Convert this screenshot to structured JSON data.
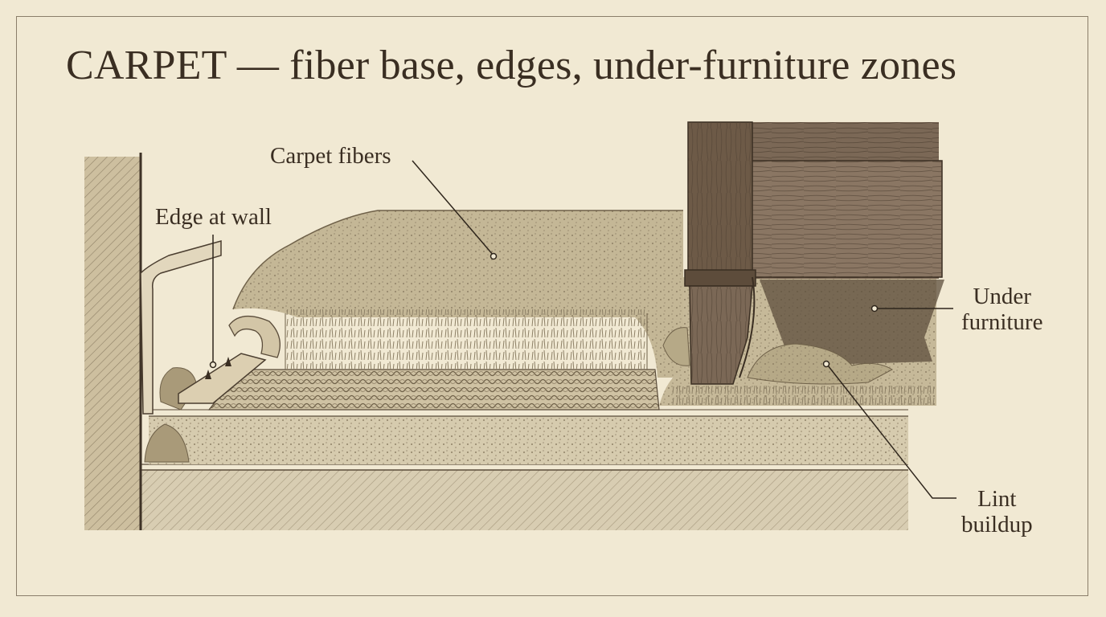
{
  "title": "CARPET — fiber base, edges, under-furniture zones",
  "labels": {
    "fibers": "Carpet fibers",
    "edge": "Edge at wall",
    "under_line1": "Under",
    "under_line2": "furniture",
    "lint_line1": "Lint",
    "lint_line2": "buildup"
  },
  "colors": {
    "paper": "#f1e9d3",
    "ink": "#3a2e22",
    "pile": "#b9ac8f",
    "wood": "#6b5a48",
    "backing": "#cfc2a3"
  }
}
